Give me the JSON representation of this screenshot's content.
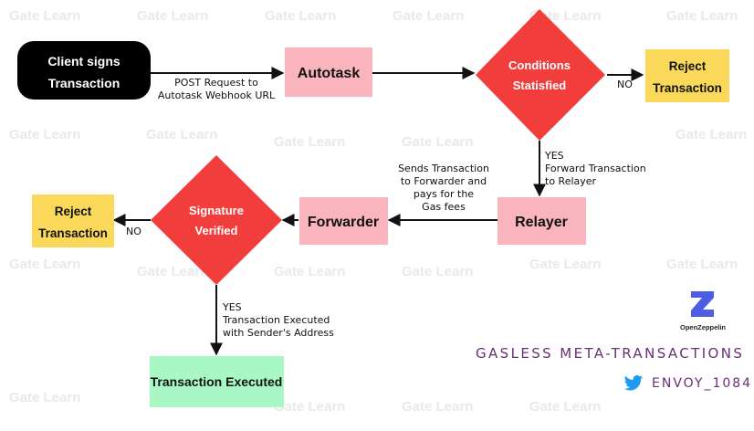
{
  "watermark": "Gate Learn",
  "nodes": {
    "client": {
      "line1": "Client signs",
      "line2": "Transaction"
    },
    "autotask": {
      "label": "Autotask"
    },
    "conditions": {
      "line1": "Conditions",
      "line2": "Statisfied"
    },
    "reject_top": {
      "line1": "Reject",
      "line2": "Transaction"
    },
    "relayer": {
      "label": "Relayer"
    },
    "forwarder": {
      "label": "Forwarder"
    },
    "signature": {
      "line1": "Signature",
      "line2": "Verified"
    },
    "reject_left": {
      "line1": "Reject",
      "line2": "Transaction"
    },
    "executed": {
      "label": "Transaction Executed"
    }
  },
  "edges": {
    "client_autotask": {
      "line1": "POST Request to",
      "line2": "Autotask Webhook URL"
    },
    "conditions_reject": {
      "label": "NO"
    },
    "conditions_relayer": {
      "line1": "YES",
      "line2": "Forward Transaction",
      "line3": "to Relayer"
    },
    "relayer_forwarder": {
      "line1": "Sends Transaction",
      "line2": "to Forwarder and",
      "line3": "pays for the",
      "line4": "Gas fees"
    },
    "signature_reject": {
      "label": "NO"
    },
    "signature_executed": {
      "line1": "YES",
      "line2": "Transaction Executed",
      "line3": "with Sender's Address"
    }
  },
  "footer": {
    "brand": "OpenZeppelin",
    "title": "GASLESS META-TRANSACTIONS",
    "handle": "ENVOY_1084"
  },
  "colors": {
    "pink_box": "#f9b4bd",
    "diamond_red": "#f23d3d",
    "reject_yellow": "#fad95a",
    "executed_green": "#a9f7c5",
    "client_black": "#000000",
    "footer_purple": "#6a2f77",
    "twitter_blue": "#1d9bf0",
    "brand_blue": "#4e5ee4"
  },
  "icons": {
    "twitter": "twitter-bird-icon",
    "brand": "openzeppelin-logo"
  }
}
